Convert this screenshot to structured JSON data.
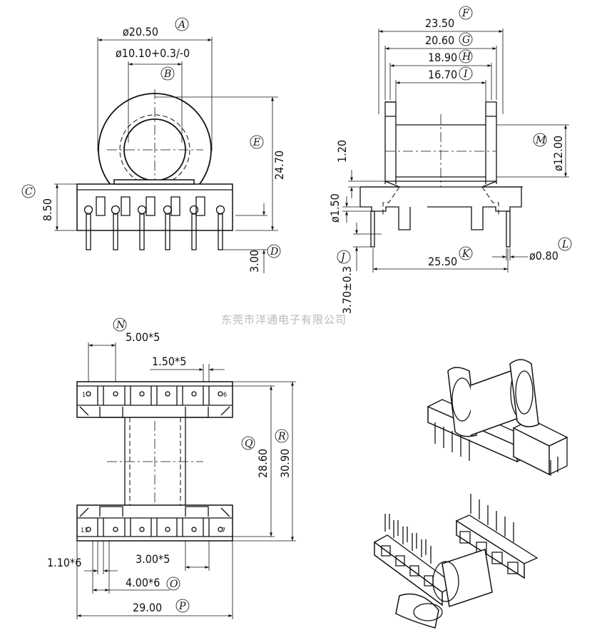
{
  "watermark": "东莞市洋通电子有限公司",
  "front_view": {
    "dims": {
      "A": "ø20.50",
      "B": "ø10.10+0.3/-0",
      "C": "8.50",
      "D": "3.00",
      "E": "24.70"
    }
  },
  "side_view": {
    "dims": {
      "F": "23.50",
      "G": "20.60",
      "H": "18.90",
      "I": "16.70",
      "J": "3.70±0.3",
      "K": "25.50",
      "L": "ø0.80",
      "M": "ø12.00",
      "h1": "1.20",
      "h2": "ø1.50"
    }
  },
  "top_view": {
    "dims": {
      "N": "5.00*5",
      "top_pitch": "1.50*5",
      "Q": "28.60",
      "R": "30.90",
      "bottom_left": "1.10*6",
      "bottom_pitch": "3.00*5",
      "O": "4.00*6",
      "P": "29.00"
    },
    "pin_numbers": [
      "1",
      "6",
      "13",
      "7"
    ]
  },
  "callouts": [
    "A",
    "B",
    "C",
    "D",
    "E",
    "F",
    "G",
    "H",
    "I",
    "J",
    "K",
    "L",
    "M",
    "N",
    "O",
    "P",
    "Q",
    "R"
  ]
}
